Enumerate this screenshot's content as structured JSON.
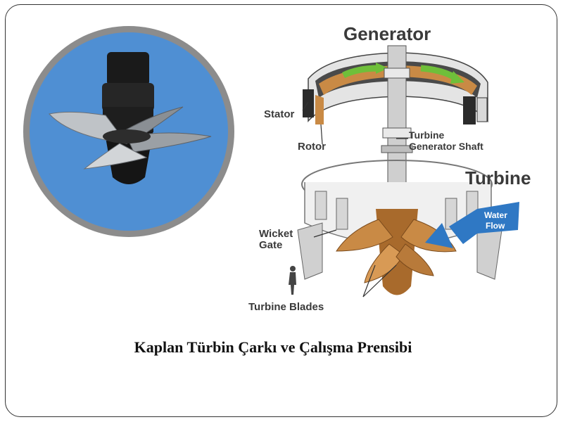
{
  "caption": "Kaplan Türbin Çarkı ve Çalışma Prensibi",
  "diagram": {
    "generator_title": "Generator",
    "turbine_title": "Turbine",
    "stator": "Stator",
    "rotor": "Rotor",
    "shaft_line1": "Turbine",
    "shaft_line2": "Generator Shaft",
    "wicket_line1": "Wicket",
    "wicket_line2": "Gate",
    "blades": "Turbine Blades",
    "water_line1": "Water",
    "water_line2": "Flow"
  },
  "colors": {
    "photo_background": "#4f8fd3",
    "photo_ring": "#8c8c8c",
    "blade_orange": "#c98a45",
    "water_blue": "#2f78c4",
    "rotor_green": "#6fbf3a"
  }
}
